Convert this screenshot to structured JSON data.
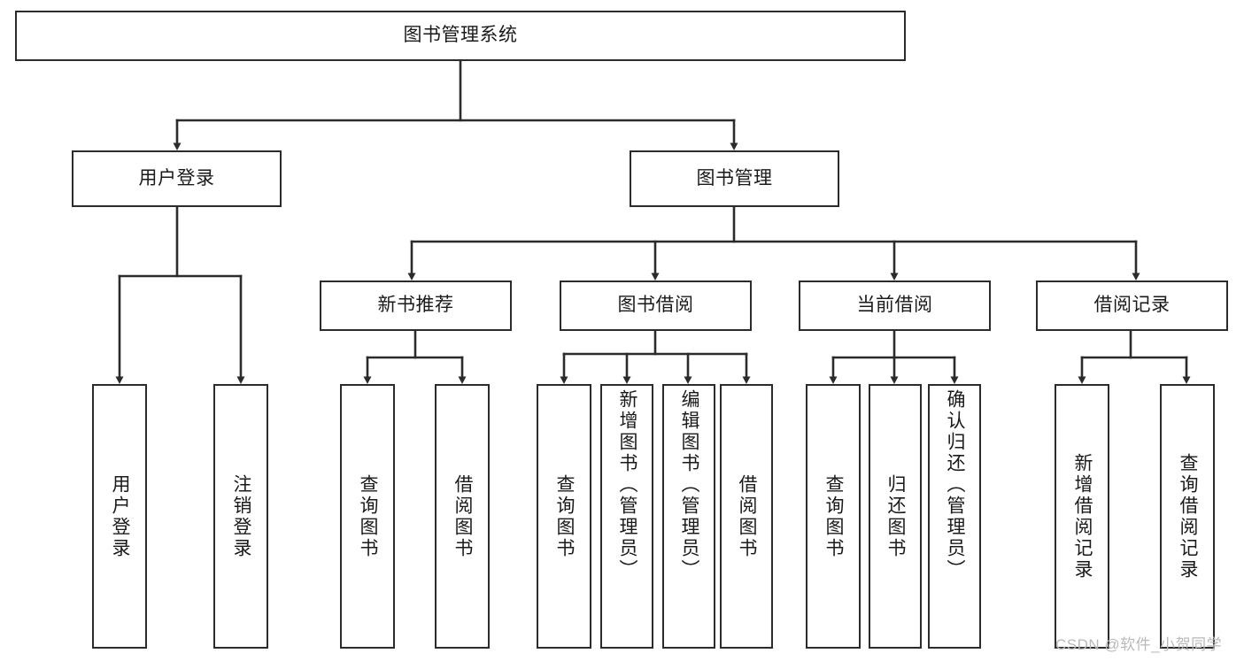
{
  "diagram": {
    "title": "图书管理系统",
    "type": "tree-hierarchy-chart",
    "stroke_color": "#2b2b2b",
    "text_color": "#1a1a1a",
    "background_color": "#ffffff",
    "nodes": {
      "root": {
        "label": "图书管理系统"
      },
      "level2": [
        {
          "id": "user-login",
          "label": "用户登录"
        },
        {
          "id": "book-management",
          "label": "图书管理"
        }
      ],
      "level3": [
        {
          "id": "new-book-recommend",
          "label": "新书推荐"
        },
        {
          "id": "book-borrow",
          "label": "图书借阅"
        },
        {
          "id": "current-borrow",
          "label": "当前借阅"
        },
        {
          "id": "borrow-record",
          "label": "借阅记录"
        }
      ],
      "leaves": {
        "user_login": [
          {
            "id": "leaf-user-login",
            "label": "用户登录"
          },
          {
            "id": "leaf-logout-login",
            "label": "注销登录"
          }
        ],
        "new_book_recommend": [
          {
            "id": "leaf-query-book-1",
            "label": "查询图书"
          },
          {
            "id": "leaf-borrow-book-1",
            "label": "借阅图书"
          }
        ],
        "book_borrow": [
          {
            "id": "leaf-query-book-2",
            "label": "查询图书"
          },
          {
            "id": "leaf-add-book",
            "label": "新增图书（管理员）"
          },
          {
            "id": "leaf-edit-book",
            "label": "编辑图书（管理员）"
          },
          {
            "id": "leaf-borrow-book-2",
            "label": "借阅图书"
          }
        ],
        "current_borrow": [
          {
            "id": "leaf-query-book-3",
            "label": "查询图书"
          },
          {
            "id": "leaf-return-book",
            "label": "归还图书"
          },
          {
            "id": "leaf-confirm-return",
            "label": "确认归还（管理员）"
          }
        ],
        "borrow_record": [
          {
            "id": "leaf-add-record",
            "label": "新增借阅记录"
          },
          {
            "id": "leaf-query-record",
            "label": "查询借阅记录"
          }
        ]
      }
    }
  },
  "watermark": {
    "text": "CSDN @软件_小贺同学"
  }
}
